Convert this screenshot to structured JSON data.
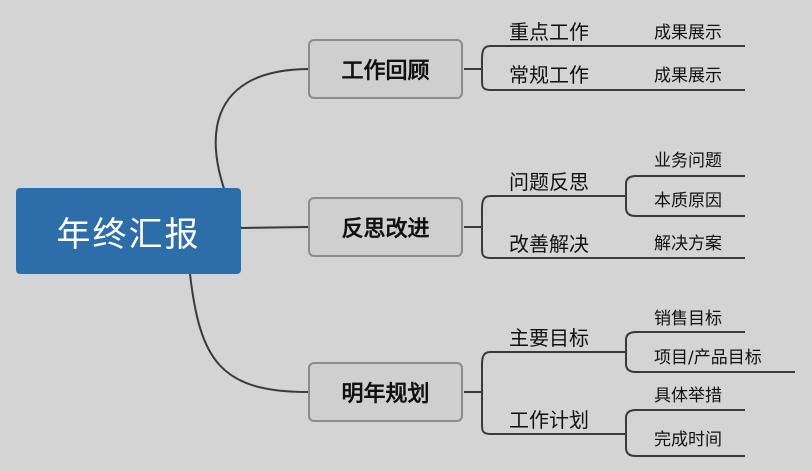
{
  "root": "年终汇报",
  "branches": [
    {
      "label": "工作回顾",
      "subs": [
        {
          "label": "重点工作",
          "leaves": [
            "成果展示"
          ]
        },
        {
          "label": "常规工作",
          "leaves": [
            "成果展示"
          ]
        }
      ]
    },
    {
      "label": "反思改进",
      "subs": [
        {
          "label": "问题反思",
          "leaves": [
            "业务问题",
            "本质原因"
          ]
        },
        {
          "label": "改善解决",
          "leaves": [
            "解决方案"
          ]
        }
      ]
    },
    {
      "label": "明年规划",
      "subs": [
        {
          "label": "主要目标",
          "leaves": [
            "销售目标",
            "项目/产品目标"
          ]
        },
        {
          "label": "工作计划",
          "leaves": [
            "具体举措",
            "完成时间"
          ]
        }
      ]
    }
  ]
}
